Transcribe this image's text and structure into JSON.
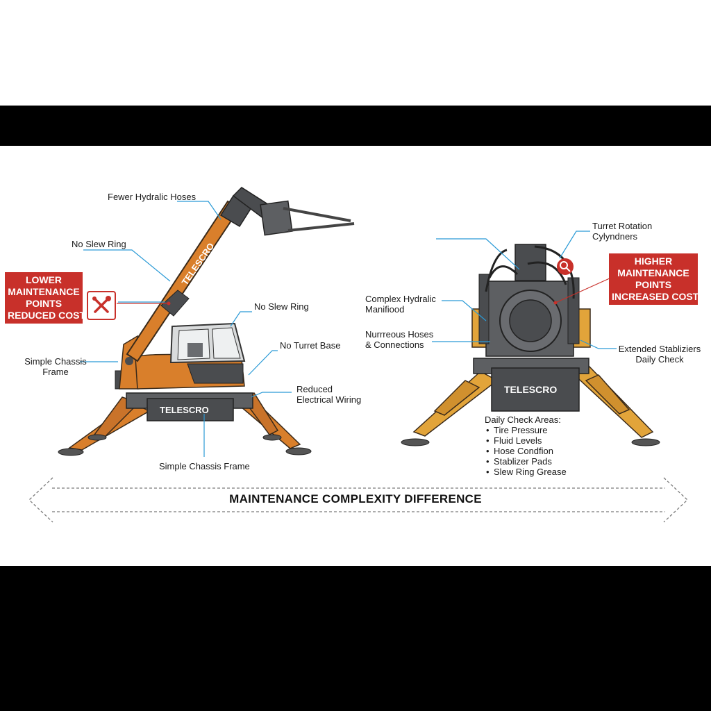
{
  "colors": {
    "orange": "#d97f2b",
    "dark_gray": "#4a4c4f",
    "callout_red": "#c8302a",
    "leader_blue": "#2a9ad6"
  },
  "left_machine": {
    "brand": "TELESCRO",
    "callout": {
      "line1": "LOWER",
      "line2": "MAINTENANCE",
      "line3": "POINTS",
      "line4": "REDUCED COST"
    },
    "callout_icon": "wrench-screwdriver-icon",
    "labels": {
      "fewer_hoses": "Fewer Hydralic Hoses",
      "no_slew_ring_1": "No Slew Ring",
      "no_slew_ring_2": "No Slew Ring",
      "no_turret_base": "No Turret Base",
      "simple_chassis_1a": "Simple Chassis",
      "simple_chassis_1b": "Frame",
      "reduced_wiring_a": "Reduced",
      "reduced_wiring_b": "Electrical Wiring",
      "simple_chassis_2": "Simple Chassis Frame"
    }
  },
  "right_machine": {
    "brand": "TELESCRO",
    "callout": {
      "line1": "HIGHER",
      "line2": "MAINTENANCE",
      "line3": "POINTS",
      "line4": "INCREASED COST"
    },
    "callout_icon": "magnifier-icon",
    "labels": {
      "turret_rotation_a": "Turret Rotation",
      "turret_rotation_b": "Cylyndners",
      "complex_manifold_a": "Complex Hydralic",
      "complex_manifold_b": "Manifiood",
      "hoses_a": "Nurrreous Hoses",
      "hoses_b": "& Connections",
      "stabilizers_a": "Extended Stabliziers",
      "stabilizers_b": "Daily Check"
    },
    "checklist": {
      "heading": "Daily Check Areas:",
      "items": [
        "Tire Pressure",
        "Fluid Levels",
        "Hose Condfion",
        "Stablizer Pads",
        "Slew Ring Grease"
      ]
    }
  },
  "footer": {
    "title": "MAINTENANCE COMPLEXITY DIFFERENCE"
  }
}
